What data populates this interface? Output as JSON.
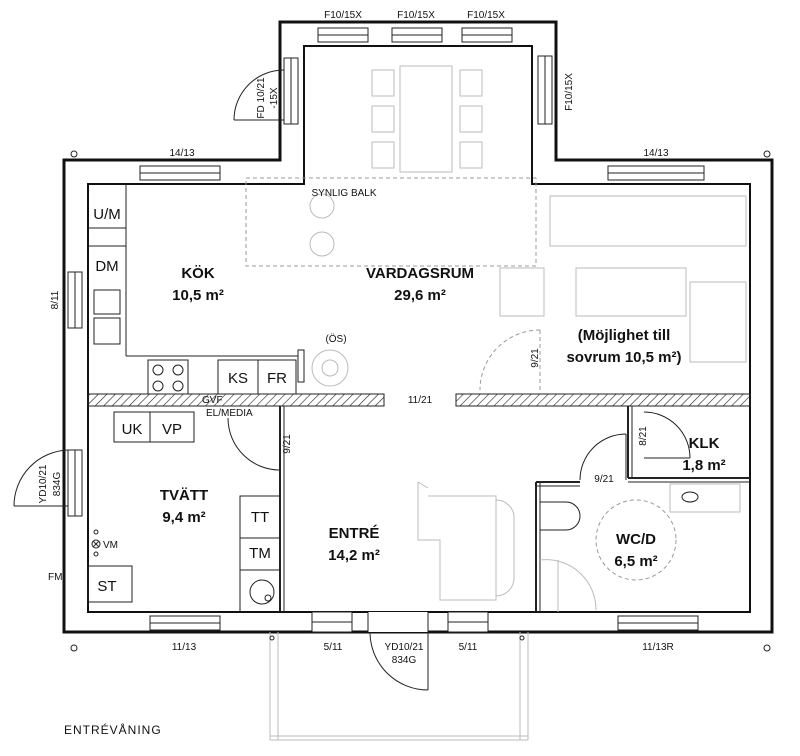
{
  "rooms": {
    "kok": {
      "name": "KÖK",
      "area": "10,5 m²"
    },
    "vardagsrum": {
      "name": "VARDAGSRUM",
      "area": "29,6 m²"
    },
    "mojlighet": {
      "line1": "(Möjlighet till",
      "line2": "sovrum 10,5 m²)"
    },
    "klk": {
      "name": "KLK",
      "area": "1,8 m²"
    },
    "tvatt": {
      "name": "TVÄTT",
      "area": "9,4 m²"
    },
    "entre": {
      "name": "ENTRÉ",
      "area": "14,2 m²"
    },
    "wcd": {
      "name": "WC/D",
      "area": "6,5 m²"
    }
  },
  "fixtures": {
    "um": "U/M",
    "dm": "DM",
    "ks": "KS",
    "fr": "FR",
    "uk": "UK",
    "vp": "VP",
    "tt": "TT",
    "tm": "TM",
    "st": "ST",
    "vm": "VM",
    "fm": "FM",
    "os": "(ÖS)",
    "gvf": "GVF",
    "el_media": "EL/MEDIA",
    "synlig_balk": "SYNLIG BALK"
  },
  "windows": {
    "top_1": "F10/15X",
    "top_2": "F10/15X",
    "top_3": "F10/15X",
    "right_bay": "F10/15X",
    "left_top": "14/13",
    "right_top": "14/13",
    "left_side": "8/11",
    "bottom_left": "11/13",
    "bottom_mid_left": "5/11",
    "bottom_mid_right": "5/11",
    "bottom_right": "11/13R"
  },
  "doors": {
    "bay_door_line1": "FD 10/21",
    "bay_door_line2": "-15X",
    "side_door_line1": "YD10/21",
    "side_door_line2": "834G",
    "front_door_line1": "YD10/21",
    "front_door_line2": "834G",
    "living_opening": "11/21",
    "sovrum": "9/21",
    "entre": "9/21",
    "klk": "8/21",
    "wc": "9/21"
  },
  "footer": {
    "caption": "ENTRÉVÅNING"
  }
}
